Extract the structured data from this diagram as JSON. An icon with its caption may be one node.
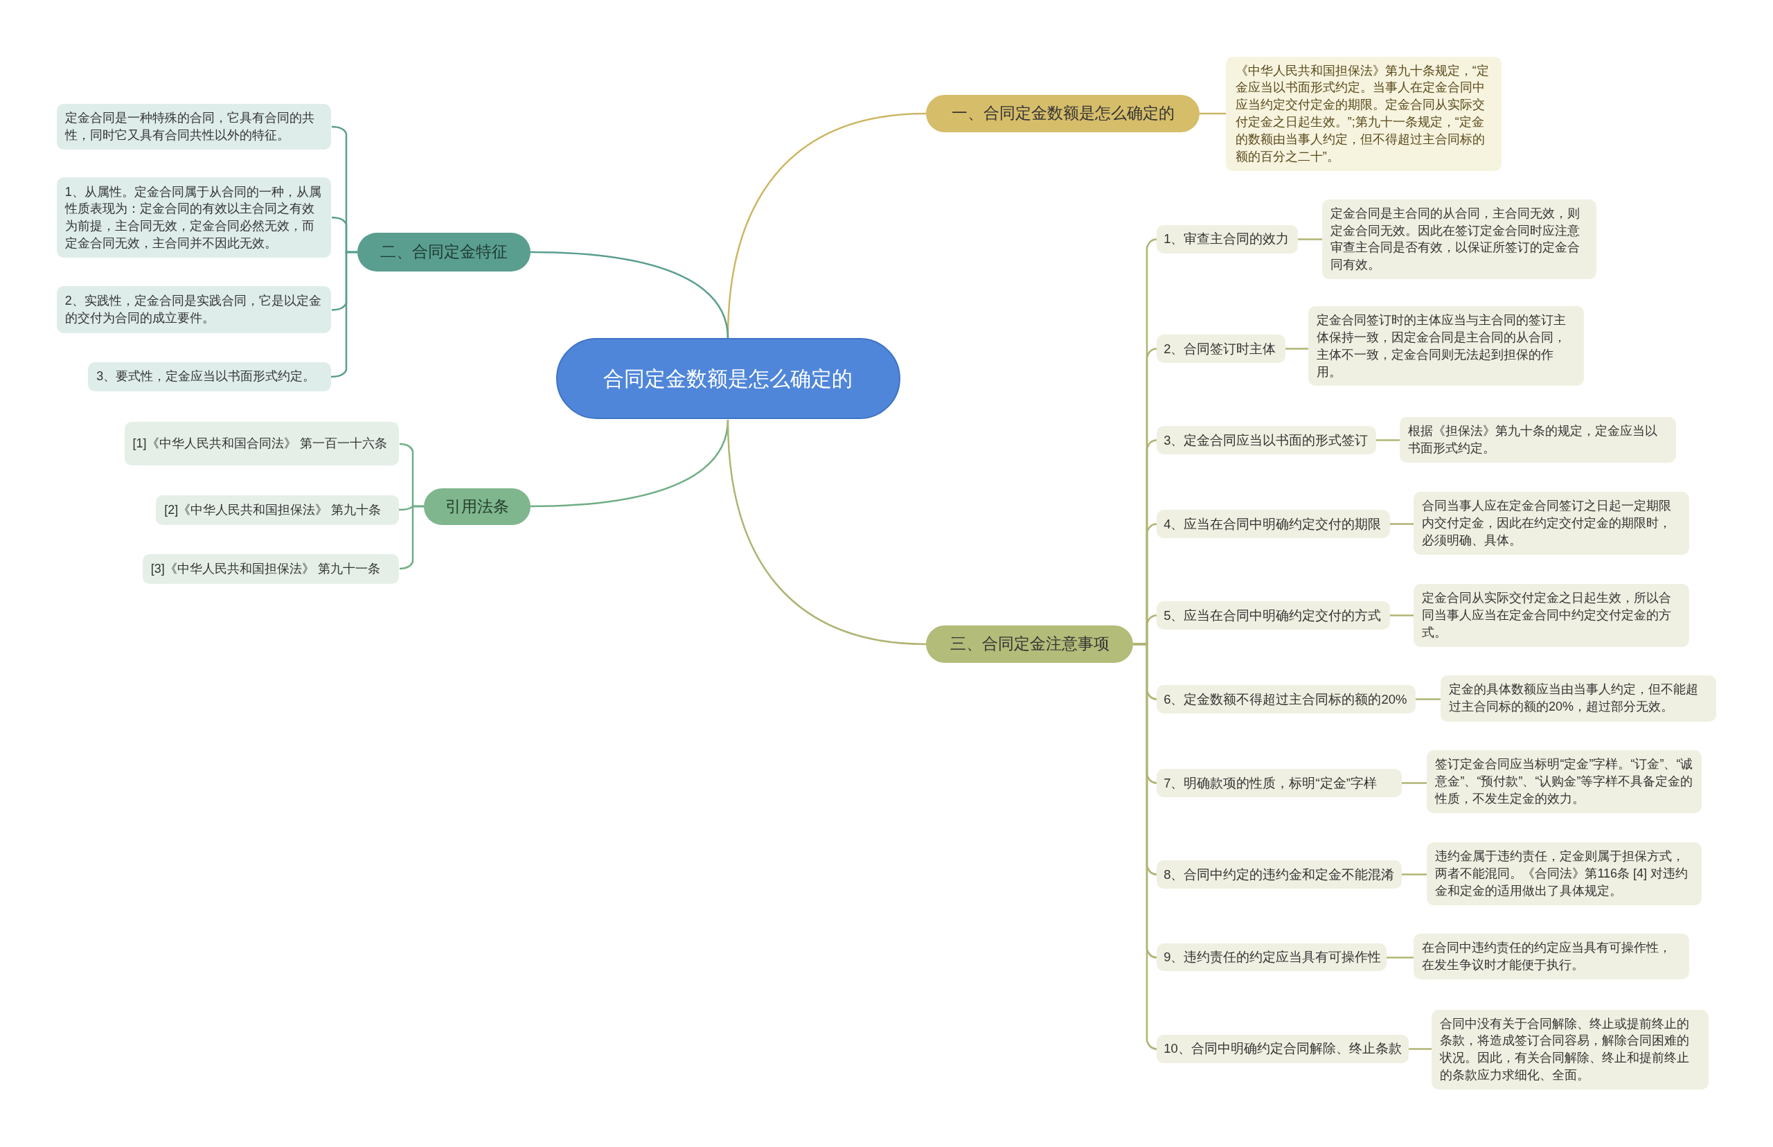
{
  "diagram": {
    "nodes": [
      {
        "text": [
          "合同定金数额是怎么确定的"
        ]
      },
      {
        "text": [
          "一、合同定金数额是怎么确定的"
        ]
      },
      {
        "text": [
          "《中华人民共和国担保法》第九十条规定，“定金应当以书面形式约定。当事人在定金合同中应当约定交付定金的期限。定金合同从实际交付定金之日起生效。”;第九十一条规定，“定金的数额由当事人约定，但不得超过主合同标的额的百分之二十”。"
        ]
      },
      {
        "text": [
          "二、合同定金特征"
        ]
      },
      {
        "text": [
          "定金合同是一种特殊的合同，它具有合同的共性，同时它又具有合同共性以外的特征。"
        ]
      },
      {
        "text": [
          "1、从属性。定金合同属于从合同的一种，从属性质表现为：定金合同的有效以主合同之有效为前提，主合同无效，定金合同必然无效，而定金合同无效，主合同并不因此无效。"
        ]
      },
      {
        "text": [
          "2、实践性，定金合同是实践合同，它是以定金的交付为合同的成立要件。"
        ]
      },
      {
        "text": [
          "3、要式性，定金应当以书面形式约定。"
        ]
      },
      {
        "text": [
          "引用法条"
        ]
      },
      {
        "text": [
          "[1]《中华人民共和国合同法》 第一百一十六条"
        ]
      },
      {
        "text": [
          "[2]《中华人民共和国担保法》 第九十条"
        ]
      },
      {
        "text": [
          "[3]《中华人民共和国担保法》 第九十一条"
        ]
      },
      {
        "text": [
          "三、合同定金注意事项"
        ]
      },
      {
        "text": [
          "1、审查主合同的效力"
        ]
      },
      {
        "text": [
          "定金合同是主合同的从合同，主合同无效，则定金合同无效。因此在签订定金合同时应注意审查主合同是否有效，以保证所签订的定金合同有效。"
        ]
      },
      {
        "text": [
          "2、合同签订时主体"
        ]
      },
      {
        "text": [
          "定金合同签订时的主体应当与主合同的签订主体保持一致，因定金合同是主合同的从合同，主体不一致，定金合同则无法起到担保的作用。"
        ]
      },
      {
        "text": [
          "3、定金合同应当以书面的形式签订"
        ]
      },
      {
        "text": [
          "根据《担保法》第九十条的规定，定金应当以书面形式约定。"
        ]
      },
      {
        "text": [
          "4、应当在合同中明确约定交付的期限"
        ]
      },
      {
        "text": [
          "合同当事人应在定金合同签订之日起一定期限内交付定金，因此在约定交付定金的期限时，必须明确、具体。"
        ]
      },
      {
        "text": [
          "5、应当在合同中明确约定交付的方式"
        ]
      },
      {
        "text": [
          "定金合同从实际交付定金之日起生效，所以合同当事人应当在定金合同中约定交付定金的方式。"
        ]
      },
      {
        "text": [
          "6、定金数额不得超过主合同标的额的20%"
        ]
      },
      {
        "text": [
          "定金的具体数额应当由当事人约定，但不能超过主合同标的额的20%，超过部分无效。"
        ]
      },
      {
        "text": [
          "7、明确款项的性质，标明“定金”字样"
        ]
      },
      {
        "text": [
          "签订定金合同应当标明“定金”字样。“订金”、“诚意金”、“预付款”、“认购金”等字样不具备定金的性质，不发生定金的效力。"
        ]
      },
      {
        "text": [
          "8、合同中约定的违约金和定金不能混淆"
        ]
      },
      {
        "text": [
          "违约金属于违约责任，定金则属于担保方式，两者不能混同。《合同法》第116条 [4] 对违约金和定金的适用做出了具体规定。"
        ]
      },
      {
        "text": [
          "9、违约责任的约定应当具有可操作性"
        ]
      },
      {
        "text": [
          "在合同中违约责任的约定应当具有可操作性，在发生争议时才能便于执行。"
        ]
      },
      {
        "text": [
          "10、合同中明确约定合同解除、终止条款"
        ]
      },
      {
        "text": [
          "合同中没有关于合同解除、终止或提前终止的条款，将造成签订合同容易，解除合同困难的状况。因此，有关合同解除、终止和提前终止的条款应力求细化、全面。"
        ]
      }
    ],
    "edges": [
      {
        "from": 0,
        "to": 1,
        "arrow": "none",
        "color": "#cdb664"
      },
      {
        "from": 1,
        "to": 2,
        "arrow": "none",
        "color": "#cdb664"
      },
      {
        "from": 0,
        "to": 3,
        "arrow": "none",
        "color": "#5a9e8f"
      },
      {
        "from": 3,
        "to": 4,
        "arrow": "none",
        "color": "#5a9e8f"
      },
      {
        "from": 3,
        "to": 5,
        "arrow": "none",
        "color": "#5a9e8f"
      },
      {
        "from": 3,
        "to": 6,
        "arrow": "none",
        "color": "#5a9e8f"
      },
      {
        "from": 3,
        "to": 7,
        "arrow": "none",
        "color": "#5a9e8f"
      },
      {
        "from": 0,
        "to": 8,
        "arrow": "none",
        "color": "#6fae84"
      },
      {
        "from": 8,
        "to": 9,
        "arrow": "none",
        "color": "#6fae84"
      },
      {
        "from": 8,
        "to": 10,
        "arrow": "none",
        "color": "#6fae84"
      },
      {
        "from": 8,
        "to": 11,
        "arrow": "none",
        "color": "#6fae84"
      },
      {
        "from": 0,
        "to": 12,
        "arrow": "none"
      },
      {
        "from": 12,
        "to": 13,
        "arrow": "none"
      },
      {
        "from": 13,
        "to": 14,
        "arrow": "none"
      },
      {
        "from": 12,
        "to": 15,
        "arrow": "none"
      },
      {
        "from": 15,
        "to": 16,
        "arrow": "none"
      },
      {
        "from": 12,
        "to": 17,
        "arrow": "none"
      },
      {
        "from": 17,
        "to": 18,
        "arrow": "none"
      },
      {
        "from": 12,
        "to": 19,
        "arrow": "none"
      },
      {
        "from": 19,
        "to": 20,
        "arrow": "none"
      },
      {
        "from": 12,
        "to": 21,
        "arrow": "none"
      },
      {
        "from": 21,
        "to": 22,
        "arrow": "none"
      },
      {
        "from": 12,
        "to": 23,
        "arrow": "none"
      },
      {
        "from": 23,
        "to": 24,
        "arrow": "none"
      },
      {
        "from": 12,
        "to": 25,
        "arrow": "none"
      },
      {
        "from": 25,
        "to": 26,
        "arrow": "none"
      },
      {
        "from": 12,
        "to": 27,
        "arrow": "none"
      },
      {
        "from": 27,
        "to": 28,
        "arrow": "none"
      },
      {
        "from": 12,
        "to": 29,
        "arrow": "none"
      },
      {
        "from": 29,
        "to": 30,
        "arrow": "none"
      },
      {
        "from": 12,
        "to": 31,
        "arrow": "none"
      },
      {
        "from": 31,
        "to": 32,
        "arrow": "none"
      }
    ]
  }
}
